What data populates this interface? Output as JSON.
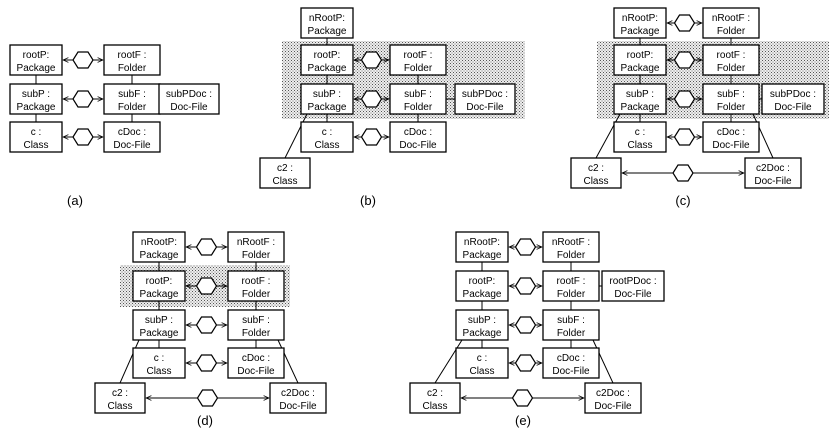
{
  "panels": [
    {
      "label": "(a)",
      "nodes": {
        "rootP": [
          "rootP:",
          "Package"
        ],
        "rootF": [
          "rootF :",
          "Folder"
        ],
        "subP": [
          "subP :",
          "Package"
        ],
        "subF": [
          "subF :",
          "Folder"
        ],
        "subPDoc": [
          "subPDoc :",
          "Doc-File"
        ],
        "c": [
          "c :",
          "Class"
        ],
        "cDoc": [
          "cDoc :",
          "Doc-File"
        ]
      }
    },
    {
      "label": "(b)",
      "nodes": {
        "nRootP": [
          "nRootP:",
          "Package"
        ],
        "rootP": [
          "rootP:",
          "Package"
        ],
        "rootF": [
          "rootF :",
          "Folder"
        ],
        "subP": [
          "subP :",
          "Package"
        ],
        "subF": [
          "subF :",
          "Folder"
        ],
        "subPDoc": [
          "subPDoc :",
          "Doc-File"
        ],
        "c": [
          "c :",
          "Class"
        ],
        "cDoc": [
          "cDoc :",
          "Doc-File"
        ],
        "c2": [
          "c2 :",
          "Class"
        ]
      }
    },
    {
      "label": "(c)",
      "nodes": {
        "nRootP": [
          "nRootP:",
          "Package"
        ],
        "nRootF": [
          "nRootF :",
          "Folder"
        ],
        "rootP": [
          "rootP:",
          "Package"
        ],
        "rootF": [
          "rootF :",
          "Folder"
        ],
        "subP": [
          "subP :",
          "Package"
        ],
        "subF": [
          "subF :",
          "Folder"
        ],
        "subPDoc": [
          "subPDoc :",
          "Doc-File"
        ],
        "c": [
          "c :",
          "Class"
        ],
        "cDoc": [
          "cDoc :",
          "Doc-File"
        ],
        "c2": [
          "c2 :",
          "Class"
        ],
        "c2Doc": [
          "c2Doc :",
          "Doc-File"
        ]
      }
    },
    {
      "label": "(d)",
      "nodes": {
        "nRootP": [
          "nRootP:",
          "Package"
        ],
        "nRootF": [
          "nRootF :",
          "Folder"
        ],
        "rootP": [
          "rootP:",
          "Package"
        ],
        "rootF": [
          "rootF :",
          "Folder"
        ],
        "subP": [
          "subP :",
          "Package"
        ],
        "subF": [
          "subF :",
          "Folder"
        ],
        "c": [
          "c :",
          "Class"
        ],
        "cDoc": [
          "cDoc :",
          "Doc-File"
        ],
        "c2": [
          "c2 :",
          "Class"
        ],
        "c2Doc": [
          "c2Doc :",
          "Doc-File"
        ]
      }
    },
    {
      "label": "(e)",
      "nodes": {
        "nRootP": [
          "nRootP:",
          "Package"
        ],
        "nRootF": [
          "nRootF :",
          "Folder"
        ],
        "rootP": [
          "rootP:",
          "Package"
        ],
        "rootF": [
          "rootF :",
          "Folder"
        ],
        "rootPDoc": [
          "rootPDoc :",
          "Doc-File"
        ],
        "subP": [
          "subP :",
          "Package"
        ],
        "subF": [
          "subF :",
          "Folder"
        ],
        "c": [
          "c :",
          "Class"
        ],
        "cDoc": [
          "cDoc :",
          "Doc-File"
        ],
        "c2": [
          "c2 :",
          "Class"
        ],
        "c2Doc": [
          "c2Doc :",
          "Doc-File"
        ]
      }
    }
  ]
}
